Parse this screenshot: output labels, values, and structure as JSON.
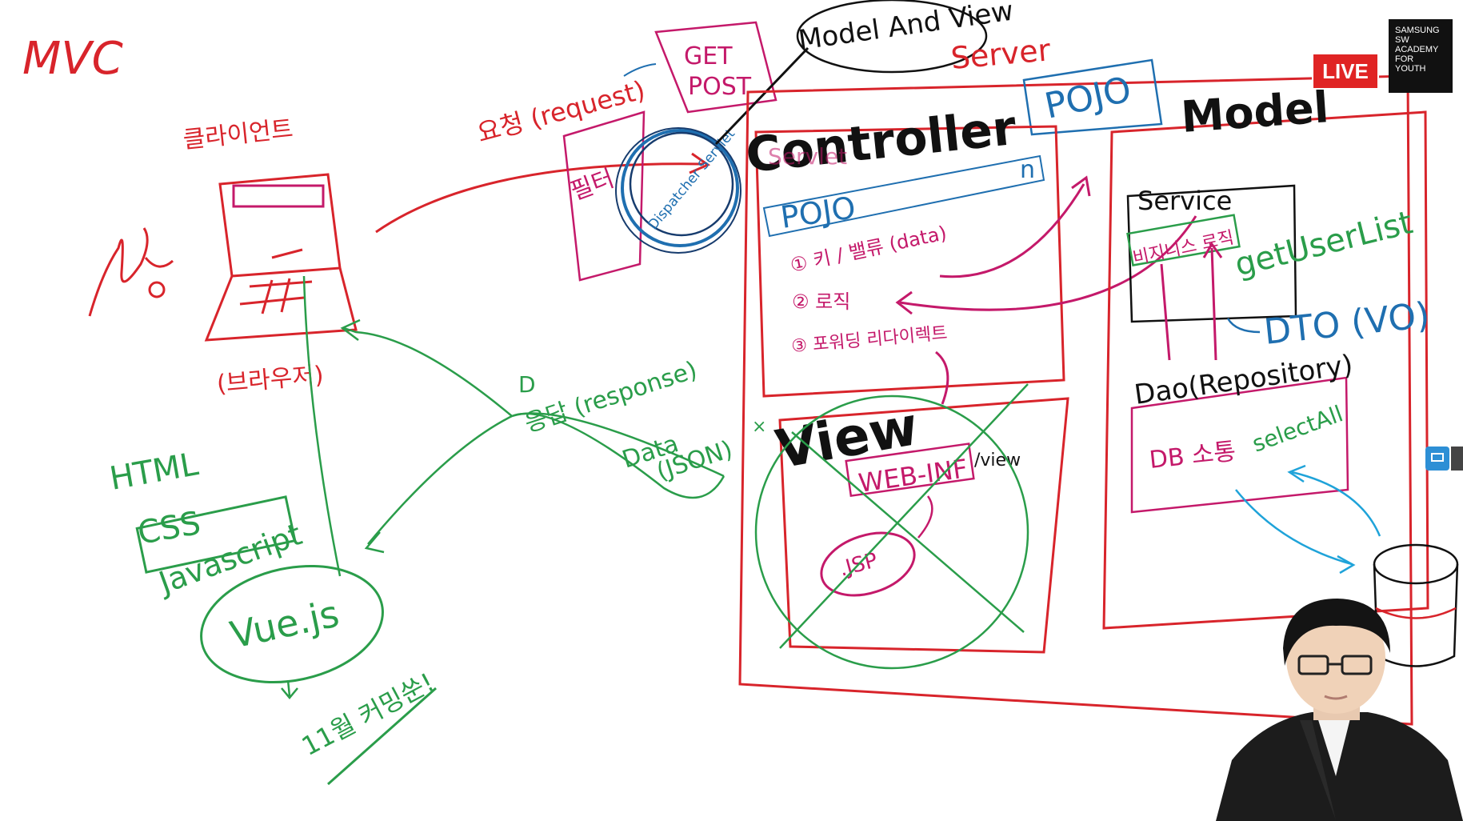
{
  "board": {
    "title": "MVC",
    "client": {
      "label": "클라이언트",
      "user_scribble": "사람",
      "browser_label": "(브라우저)",
      "frontend_tech": [
        "HTML",
        "CSS",
        "Javascript"
      ],
      "framework": "Vue.js",
      "note": "11월 커밍쑨!"
    },
    "request": {
      "label": "요청 (request)",
      "methods": [
        "GET",
        "POST"
      ],
      "filter_label": "필터",
      "dispatcher": "Dispatcher Servlet"
    },
    "response": {
      "number": "D",
      "label": "응답 (response)",
      "data": "Data",
      "format": "(JSON)"
    },
    "top_note": "Model And View",
    "server": {
      "label": "Server",
      "pojo_top": "POJO",
      "controller": {
        "title": "Controller",
        "sub": "Servlet",
        "pojo": "POJO",
        "n_mark": "n",
        "steps": [
          "① 키 / 밸류 (data)",
          "② 로직",
          "③ 포워딩 리다이렉트"
        ]
      },
      "view": {
        "title": "View",
        "webinf": "WEB-INF",
        "view_dir": "/view",
        "jsp": ".JSP"
      },
      "model": {
        "title": "Model",
        "service": "Service",
        "business_logic": "비지니스 로직",
        "method": "getUserList",
        "dto": "DTO (VO)",
        "dao": "Dao(Repository)",
        "db_comm": "DB 소통",
        "select": "selectAll"
      }
    }
  },
  "overlay": {
    "live": "LIVE",
    "logo_lines": [
      "SAMSUNG",
      "SW",
      "ACADEMY",
      "FOR",
      "YOUTH"
    ]
  },
  "colors": {
    "red": "#d8242b",
    "magenta": "#c4196a",
    "green": "#2a9d4a",
    "blue": "#1f6fb0",
    "black": "#111111"
  }
}
